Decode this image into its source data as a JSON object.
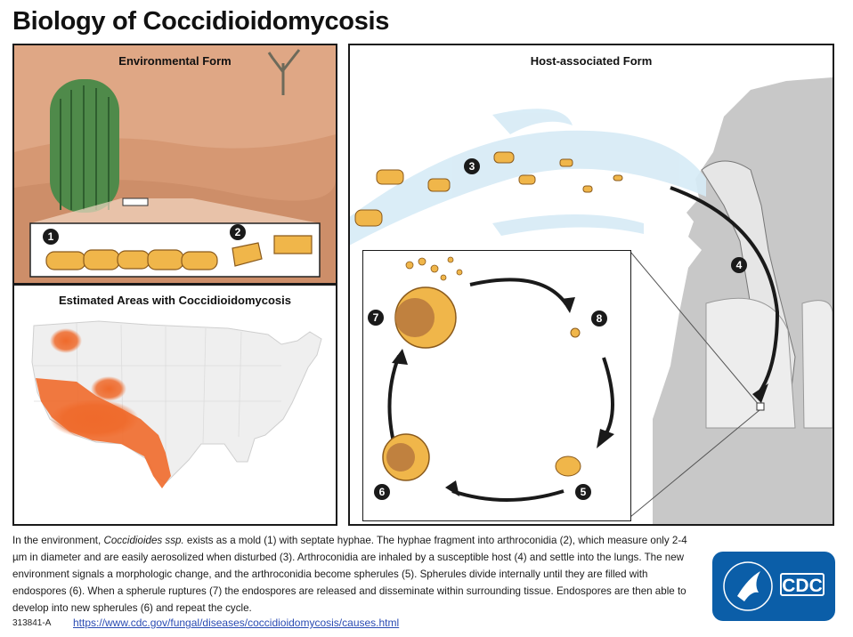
{
  "title": "Biology of Coccidioidomycosis",
  "panels": {
    "environmental": {
      "title": "Environmental Form"
    },
    "map": {
      "title": "Estimated Areas with Coccidioidomycosis"
    },
    "host": {
      "title": "Host-associated Form"
    }
  },
  "steps": [
    "1",
    "2",
    "3",
    "4",
    "5",
    "6",
    "7",
    "8"
  ],
  "caption": {
    "part1": "In the environment, ",
    "italic": "Coccidioides ssp.",
    "part2": " exists as a mold (1) with septate hyphae. The hyphae fragment into arthroconidia (2), which measure only 2-4 µm in diameter and are easily aerosolized when disturbed (3). Arthroconidia are inhaled by a susceptible host (4) and settle into the lungs. The new environment signals a morphologic change, and the arthroconidia become spherules (5). Spherules divide internally until they are filled with endospores (6). When a spherule ruptures (7) the endospores are released and disseminate within surrounding tissue. Endospores are then able to develop into new spherules (6) and repeat the cycle."
  },
  "footer": {
    "id": "313841-A",
    "link": "https://www.cdc.gov/fungal/diseases/coccidioidomycosis/causes.html"
  },
  "logo": {
    "text": "CDC"
  },
  "colors": {
    "desert": "#d9a07a",
    "fungus": "#f0b64a",
    "endemic": "#ef6a2b",
    "host_silhouette": "#c8c8c8",
    "air_stream": "#d6ebf6",
    "logo_blue": "#0b5ea8"
  }
}
